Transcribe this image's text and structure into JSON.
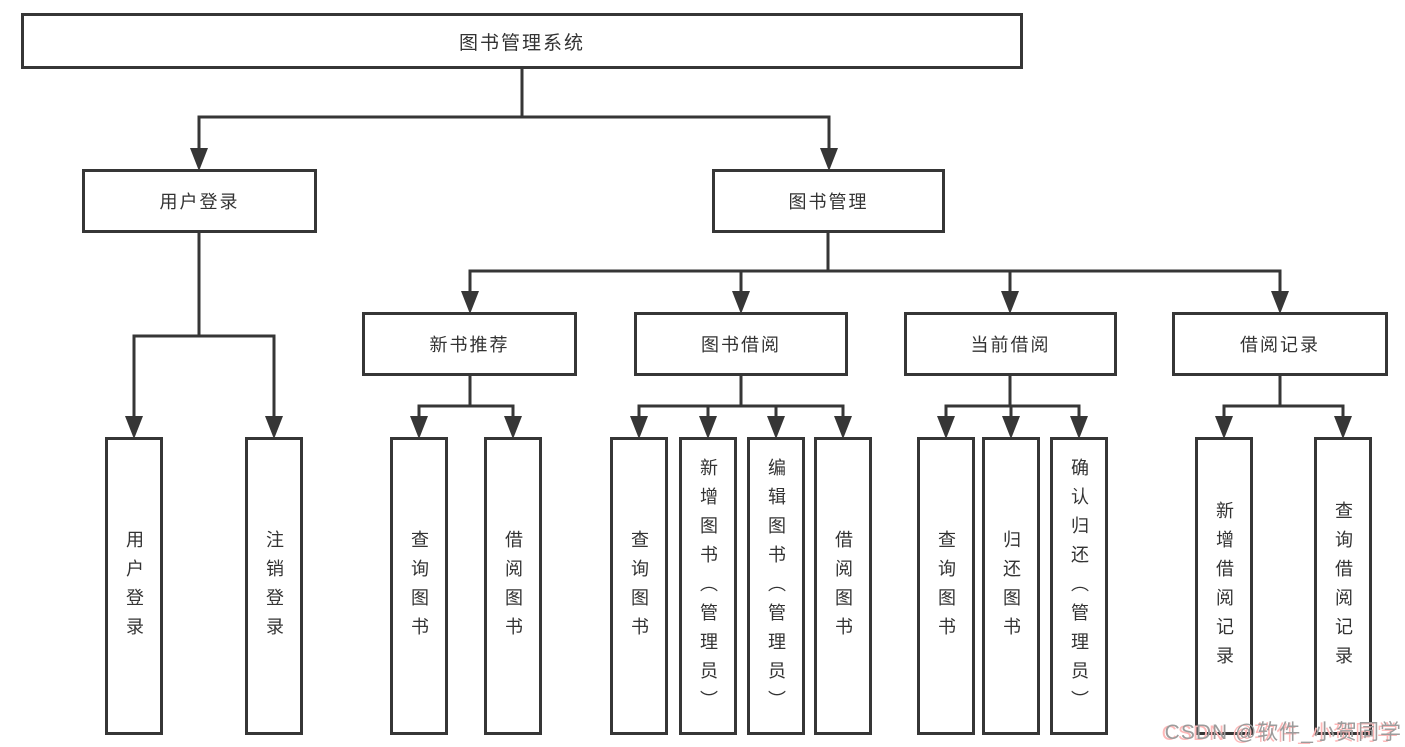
{
  "diagram": {
    "root": "图书管理系统",
    "level2": {
      "user_login": "用户登录",
      "book_mgmt": "图书管理"
    },
    "level3": {
      "new_book": "新书推荐",
      "book_borrow": "图书借阅",
      "current_borrow": "当前借阅",
      "borrow_record": "借阅记录"
    },
    "leaves": {
      "ul_login": "用户登录",
      "ul_logout": "注销登录",
      "nb_query": "查询图书",
      "nb_borrow": "借阅图书",
      "bb_query": "查询图书",
      "bb_add": "新增图书（管理员）",
      "bb_edit": "编辑图书（管理员）",
      "bb_borrow": "借阅图书",
      "cb_query": "查询图书",
      "cb_return": "归还图书",
      "cb_confirm": "确认归还（管理员）",
      "br_add": "新增借阅记录",
      "br_query": "查询借阅记录"
    }
  },
  "watermark": "CSDN @软件_小贺同学",
  "colors": {
    "line": "#363636",
    "text": "#333333",
    "watermark": "#9c9c9c",
    "watermark_shadow": "#fdb8b8"
  }
}
